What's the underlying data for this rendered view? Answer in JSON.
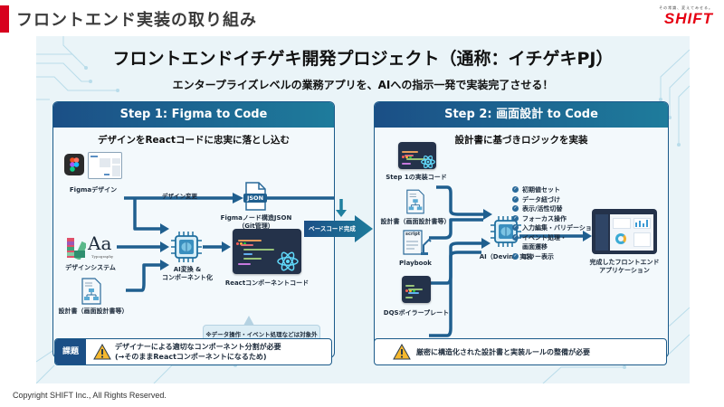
{
  "header": {
    "title": "フロントエンド実装の取り組み",
    "logo_tagline": "その常識、変えてみせる。",
    "logo_text": "SHIFT",
    "accent_color": "#d7001e"
  },
  "diagram": {
    "title": "フロントエンドイチゲキ開発プロジェクト（通称：イチゲキPJ）",
    "subtitle": "エンタープライズレベルの業務アプリを、AIへの指示一発で実装完了させる！",
    "step1": {
      "heading": "Step 1: Figma to Code",
      "subheading": "デザインをReactコードに忠実に落とし込む",
      "inputs": {
        "figma": "Figmaデザイン",
        "design_system": "デザインシステム",
        "typography_sample": "Aa",
        "typography_caption": "Typography",
        "spec": "設計書（画面設計書等）"
      },
      "design_change_label": "デザイン変更",
      "json_icon_text": "JSON",
      "json_label_1": "Figmaノード構造JSON",
      "json_label_2": "（Git管理）",
      "ai_label_1": "AI変換 &",
      "ai_label_2": "コンポーネント化",
      "output_label": "Reactコンポーネントコード",
      "note": "※データ操作・イベント処理などは対象外"
    },
    "handoff_label": "ベースコード完成",
    "step2": {
      "heading": "Step 2: 画面設計 to Code",
      "subheading": "設計書に基づきロジックを実装",
      "inputs": {
        "step1_code": "Step 1の実装コード",
        "spec": "設計書（画面設計書等）",
        "playbook": "Playbook",
        "script_tag": "script",
        "boilerplate": "DQSボイラープレート"
      },
      "ai_label": "AI（Devin）実装",
      "checklist": [
        "初期値セット",
        "データ紐づけ",
        "表示/活性切替",
        "フォーカス操作",
        "入力編集・バリデーション",
        "イベント処理・",
        "画面遷移",
        "エラー表示"
      ],
      "output_label_1": "完成したフロントエンド",
      "output_label_2": "アプリケーション"
    },
    "issues": {
      "tag": "課題",
      "step1_line1": "デザイナーによる適切なコンポーネント分割が必要",
      "step1_line2": "(→そのままReactコンポーネントになるため)",
      "step2_text": "厳密に構造化された設計書と実装ルールの整備が必要"
    }
  },
  "footer": {
    "copyright": "Copyright SHIFT Inc., All Rights Reserved."
  }
}
